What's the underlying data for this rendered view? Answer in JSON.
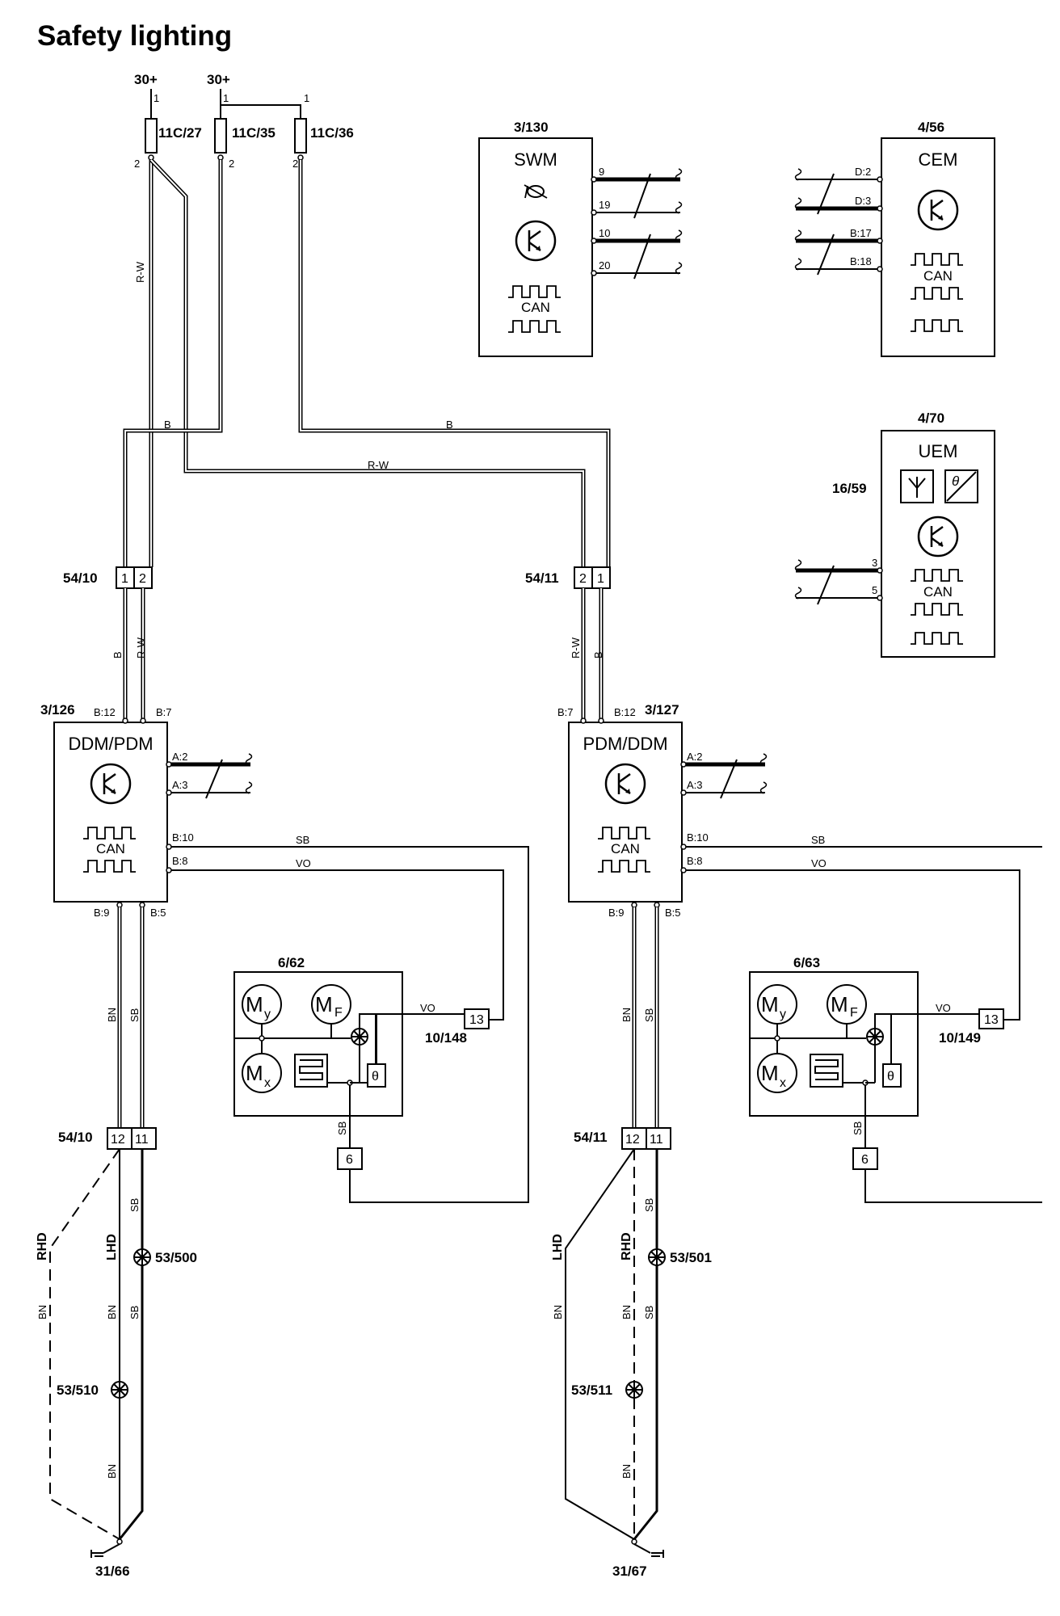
{
  "title": "Safety lighting",
  "supplies": {
    "s1": "30+",
    "s2": "30+"
  },
  "fuses": {
    "f1": "11C/27",
    "f2": "11C/35",
    "f3": "11C/36"
  },
  "fuse_pins": {
    "in": "1",
    "out": "2"
  },
  "wires": {
    "rw": "R-W",
    "b": "B",
    "sb": "SB",
    "vo": "VO",
    "bn": "BN"
  },
  "connectors": {
    "c1": "54/10",
    "c2": "54/11"
  },
  "connector_pins": {
    "p1": "1",
    "p2": "2",
    "p11": "11",
    "p12": "12"
  },
  "swm": {
    "id": "3/130",
    "name": "SWM",
    "can": "CAN",
    "pins": [
      "9",
      "19",
      "10",
      "20"
    ]
  },
  "cem": {
    "id": "4/56",
    "name": "CEM",
    "can": "CAN",
    "pins": [
      "D:2",
      "D:3",
      "B:17",
      "B:18"
    ]
  },
  "uem": {
    "id": "4/70",
    "name": "UEM",
    "can": "CAN",
    "side_id": "16/59",
    "pins": [
      "3",
      "5"
    ]
  },
  "door_left": {
    "id": "3/126",
    "name": "DDM/PDM",
    "can": "CAN",
    "pins": {
      "b12": "B:12",
      "b7": "B:7",
      "a2": "A:2",
      "a3": "A:3",
      "b10": "B:10",
      "b8": "B:8",
      "b9": "B:9",
      "b5": "B:5"
    }
  },
  "door_right": {
    "id": "3/127",
    "name": "PDM/DDM",
    "can": "CAN",
    "pins": {
      "b7": "B:7",
      "b12": "B:12",
      "a2": "A:2",
      "a3": "A:3",
      "b10": "B:10",
      "b8": "B:8",
      "b9": "B:9",
      "b5": "B:5"
    }
  },
  "mirror_left": {
    "id": "6/62",
    "lamp_id": "10/148",
    "pin_13": "13",
    "pin_6": "6",
    "my": "M",
    "my_sub": "y",
    "mf": "M",
    "mf_sub": "F",
    "mx": "M",
    "mx_sub": "x",
    "theta": "θ"
  },
  "mirror_right": {
    "id": "6/63",
    "lamp_id": "10/149",
    "pin_13": "13",
    "pin_6": "6",
    "my": "M",
    "my_sub": "y",
    "mf": "M",
    "mf_sub": "F",
    "mx": "M",
    "mx_sub": "x",
    "theta": "θ"
  },
  "lamps": {
    "l500": "53/500",
    "l510": "53/510",
    "l501": "53/501",
    "l511": "53/511"
  },
  "drive": {
    "rhd": "RHD",
    "lhd": "LHD"
  },
  "grounds": {
    "g1": "31/66",
    "g2": "31/67"
  }
}
